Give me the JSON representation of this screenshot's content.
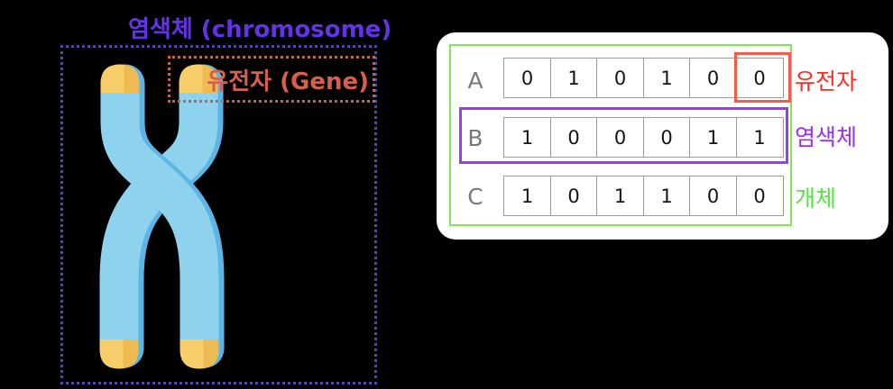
{
  "left_figure": {
    "title": "염색체 (chromosome)",
    "gene_label": "유전자 (Gene)"
  },
  "right_panel": {
    "rows": [
      {
        "name": "A",
        "cells": [
          "0",
          "1",
          "0",
          "1",
          "0",
          "0"
        ],
        "side_label": "유전자"
      },
      {
        "name": "B",
        "cells": [
          "1",
          "0",
          "0",
          "0",
          "1",
          "1"
        ],
        "side_label": "염색체"
      },
      {
        "name": "C",
        "cells": [
          "1",
          "0",
          "1",
          "1",
          "0",
          "0"
        ],
        "side_label": "개체"
      }
    ]
  },
  "colors": {
    "background": "#000000",
    "title_purple": "#6433E7",
    "gene_red_orange": "#D8604A",
    "panel_bg": "#FFFFFF",
    "outline_green": "#7CE94F",
    "outline_purple": "#9C3AF1",
    "outline_red": "#F25B4E",
    "label_red": "#FB2B22",
    "label_purple": "#9A2FF2",
    "label_green": "#55E53C",
    "chromatid_blue": "#8FD2EE",
    "chromatid_blue_shade": "#5CB5E5",
    "telomere_yellow": "#F8CE6B",
    "telomere_yellow_shade": "#EEBB53"
  }
}
